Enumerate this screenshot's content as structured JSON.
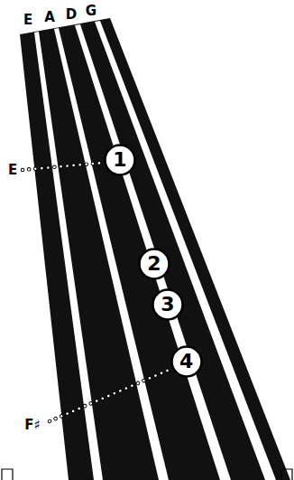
{
  "diagram": {
    "nodes": [
      {
        "text": [
          "1"
        ]
      },
      {
        "text": [
          "2"
        ]
      },
      {
        "text": [
          "3"
        ]
      },
      {
        "text": [
          "4"
        ]
      }
    ],
    "labels": [
      "E",
      "A",
      "D",
      "G",
      "E",
      "F♯"
    ]
  }
}
